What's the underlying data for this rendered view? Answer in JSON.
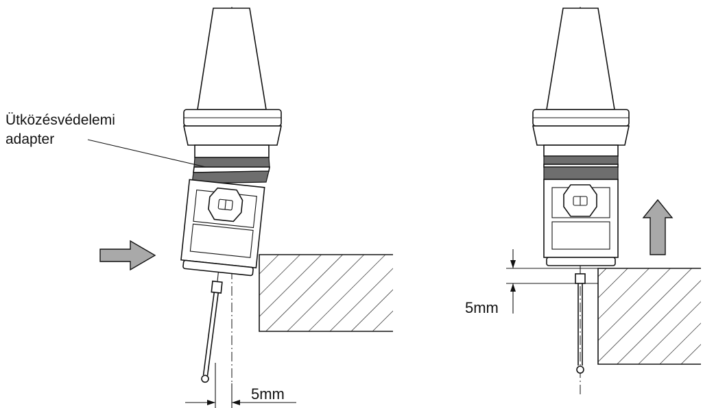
{
  "left_figure": {
    "label_line1": "Ütközésvédelemi",
    "label_line2": "adapter",
    "dimension_label": "5mm"
  },
  "right_figure": {
    "dimension_label": "5mm"
  },
  "colors": {
    "line": "#111111",
    "arrow_fill": "#a9a9a9",
    "band_fill": "#6e6e6e"
  },
  "icons": {
    "push_arrow": "right-arrow-icon",
    "lift_arrow": "up-arrow-icon"
  }
}
